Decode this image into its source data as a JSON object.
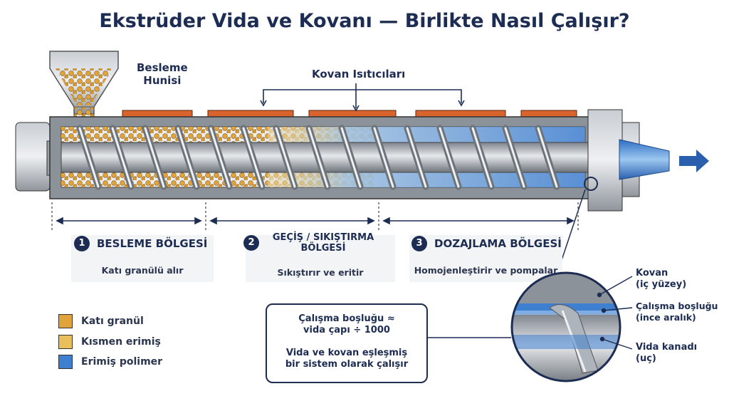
{
  "title": "Ekstrüder Vida ve Kovanı — Birlikte Nasıl Çalışır?",
  "hopper_label": [
    "Besleme",
    "Hunisi"
  ],
  "heaters_label": "Kovan Isıtıcıları",
  "zones": [
    {
      "num": "1",
      "title": "BESLEME BÖLGESİ",
      "desc": "Katı granülü alır"
    },
    {
      "num": "2",
      "title": "GEÇİŞ / SIKIŞTIRMA BÖLGESİ",
      "desc": "Sıkıştırır ve eritir"
    },
    {
      "num": "3",
      "title": "DOZAJLAMA BÖLGESİ",
      "desc": "Homojenleştirir ve pompalar"
    }
  ],
  "legend": [
    {
      "label": "Katı granül",
      "color": "#e0a43a"
    },
    {
      "label": "Kısmen erimiş",
      "color": "#e8bf5a"
    },
    {
      "label": "Erimiş polimer",
      "color": "#3f7fd0"
    }
  ],
  "note": {
    "line1": "Çalışma boşluğu ≈",
    "line2": "vida çapı ÷ 1000",
    "line3": "Vida ve kovan eşleşmiş",
    "line4": "bir sistem olarak çalışır"
  },
  "callouts": [
    {
      "line1": "Kovan",
      "line2": "(iç yüzey)"
    },
    {
      "line1": "Çalışma boşluğu",
      "line2": "(ince aralık)"
    },
    {
      "line1": "Vida kanadı",
      "line2": "(uç)"
    }
  ],
  "colors": {
    "navy": "#1c2c52",
    "heater": "#d9642e",
    "steel": "#9aa0a8",
    "melt": "#3f7fd0",
    "granule": "#e0a43a"
  }
}
